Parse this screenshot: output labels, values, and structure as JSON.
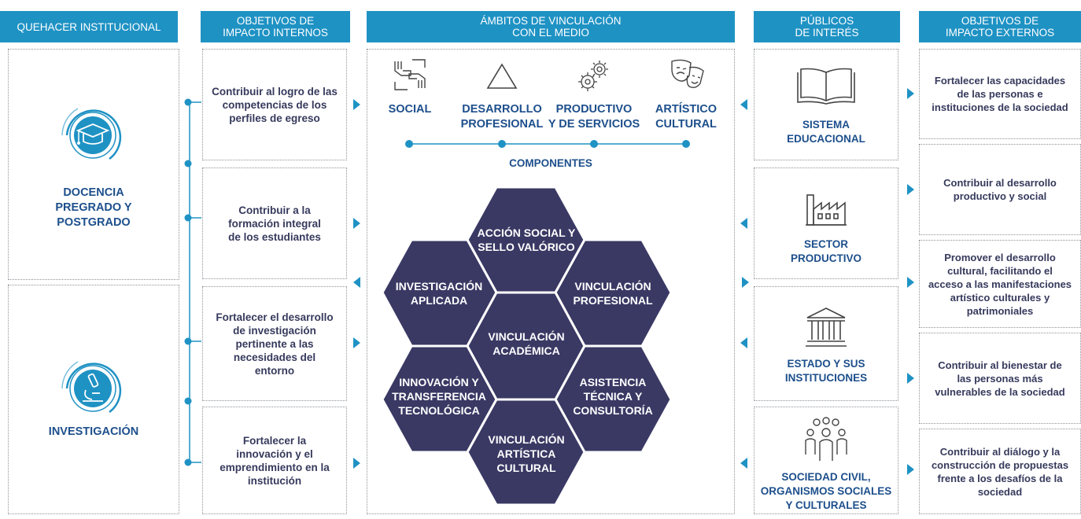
{
  "headers": {
    "quehacer": "QUEHACER INSTITUCIONAL",
    "obj_internos": [
      "OBJETIVOS DE",
      "IMPACTO INTERNOS"
    ],
    "ambitos": [
      "ÁMBITOS DE VINCULACIÓN",
      "CON EL MEDIO"
    ],
    "publicos": [
      "PÚBLICOS",
      "DE INTERÉS"
    ],
    "obj_externos": [
      "OBJETIVOS DE",
      "IMPACTO EXTERNOS"
    ]
  },
  "quehacer": {
    "docencia": [
      "DOCENCIA",
      "PREGRADO Y",
      "POSTGRADO"
    ],
    "investigacion": "INVESTIGACIÓN"
  },
  "obj_internos": [
    [
      "Contribuir al logro de las",
      "competencias de los",
      "perfiles de egreso"
    ],
    [
      "Contribuir a la",
      "formación integral",
      "de los estudiantes"
    ],
    [
      "Fortalecer el desarrollo",
      "de investigación",
      "pertinente a las",
      "necesidades del",
      "entorno"
    ],
    [
      "Fortalecer la",
      "innovación y el",
      "emprendimiento en la",
      "institución"
    ]
  ],
  "ambitos": [
    {
      "label": [
        "SOCIAL"
      ],
      "icon": "hands-icon"
    },
    {
      "label": [
        "DESARROLLO",
        "PROFESIONAL"
      ],
      "icon": "triangle-icon"
    },
    {
      "label": [
        "PRODUCTIVO",
        "Y DE SERVICIOS"
      ],
      "icon": "gears-icon"
    },
    {
      "label": [
        "ARTÍSTICO",
        "CULTURAL"
      ],
      "icon": "theater-masks-icon"
    }
  ],
  "componentes_label": "COMPONENTES",
  "hexagons": {
    "top": [
      "ACCIÓN SOCIAL Y",
      "SELLO VALÓRICO"
    ],
    "upper_left": [
      "INVESTIGACIÓN",
      "APLICADA"
    ],
    "upper_right": [
      "VINCULACIÓN",
      "PROFESIONAL"
    ],
    "center": [
      "VINCULACIÓN",
      "ACADÉMICA"
    ],
    "lower_left": [
      "INNOVACIÓN Y",
      "TRANSFERENCIA",
      "TECNOLÓGICA"
    ],
    "lower_right": [
      "ASISTENCIA",
      "TÉCNICA Y",
      "CONSULTORÍA"
    ],
    "bottom": [
      "VINCULACIÓN",
      "ARTÍSTICA",
      "CULTURAL"
    ]
  },
  "publicos": [
    {
      "label": [
        "SISTEMA",
        "EDUCACIONAL"
      ],
      "icon": "book-icon"
    },
    {
      "label": [
        "SECTOR",
        "PRODUCTIVO"
      ],
      "icon": "factory-icon"
    },
    {
      "label": [
        "ESTADO Y SUS",
        "INSTITUCIONES"
      ],
      "icon": "government-building-icon"
    },
    {
      "label": [
        "SOCIEDAD CIVIL,",
        "ORGANISMOS SOCIALES",
        "Y CULTURALES"
      ],
      "icon": "people-group-icon"
    }
  ],
  "obj_externos": [
    [
      "Fortalecer las capacidades",
      "de las personas e",
      "instituciones de la sociedad"
    ],
    [
      "Contribuir al desarrollo",
      "productivo y social"
    ],
    [
      "Promover el desarrollo",
      "cultural, facilitando el",
      "acceso a las manifestaciones",
      "artístico culturales y",
      "patrimoniales"
    ],
    [
      "Contribuir al bienestar de",
      "las personas más",
      "vulnerables de la sociedad"
    ],
    [
      "Contribuir al diálogo y la",
      "construcción de propuestas",
      "frente a los desafíos de la",
      "sociedad"
    ]
  ],
  "colors": {
    "accent": "#1f92c4",
    "hexagon": "#3a3964",
    "text": "#363a5c",
    "label_blue": "#1d4f8c"
  }
}
